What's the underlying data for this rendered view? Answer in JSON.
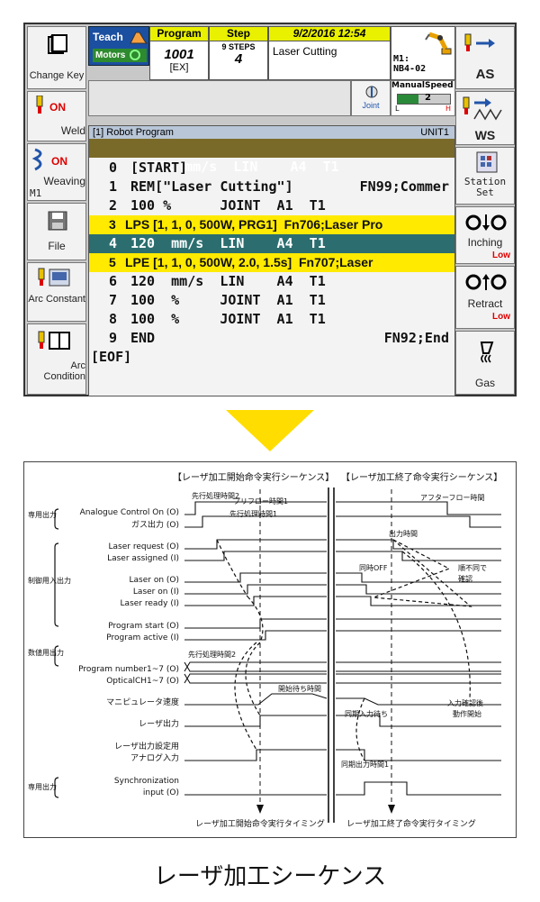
{
  "pendant": {
    "left_buttons": [
      {
        "label": "Change Key",
        "icon": "book-icon"
      },
      {
        "on": "ON",
        "label": "Weld",
        "icon": "torch-icon"
      },
      {
        "on": "ON",
        "label": "Weaving",
        "sub": "M1",
        "icon": "weave-icon"
      },
      {
        "label": "File",
        "icon": "floppy-icon"
      },
      {
        "label": "Arc Constant",
        "icon": "arc-constant-icon"
      },
      {
        "label": "Arc Condition",
        "icon": "arc-book-icon"
      }
    ],
    "right_buttons": [
      {
        "label": "AS",
        "icon": "torch-arrow-icon"
      },
      {
        "label": "WS",
        "icon": "torch-wave-icon"
      },
      {
        "label": "Station Set",
        "icon": "station-icon"
      },
      {
        "label": "Inching",
        "low": "Low",
        "icon": "inching-icon"
      },
      {
        "label": "Retract",
        "low": "Low",
        "icon": "retract-icon"
      },
      {
        "label": "Gas",
        "icon": "gas-icon"
      }
    ],
    "header": {
      "mode": "Teach",
      "motors": "Motors",
      "program_label": "Program",
      "program_no": "1001",
      "program_sub": "[EX]",
      "step_label": "Step",
      "steps_count": "9 STEPS",
      "step_no": "4",
      "datetime": "9/2/2016  12:54",
      "program_name": "Laser Cutting",
      "robot_id": "M1:",
      "robot_model": "NB4-02",
      "manual_speed_label": "ManualSpeed",
      "manual_speed_value": "2",
      "speed_l": "L",
      "speed_h": "H",
      "joint_label": "Joint"
    },
    "program_window": {
      "title": "[1] Robot Program",
      "unit": "UNIT1",
      "speed_line": "120 mm/s  LIN    A4  T1",
      "lines": [
        {
          "n": "0",
          "text": "[START]",
          "right": ""
        },
        {
          "n": "1",
          "text": "REM[\"Laser Cutting\"]",
          "right": "FN99;Commer"
        },
        {
          "n": "2",
          "text": "100 %      JOINT  A1  T1",
          "right": ""
        },
        {
          "n": "3",
          "text": "LPS [1, 1, 0, 500W, PRG1]  Fn706;Laser Pro",
          "right": ""
        },
        {
          "n": "4",
          "text": "120  mm/s  LIN    A4  T1",
          "right": ""
        },
        {
          "n": "5",
          "text": "LPE [1, 1, 0, 500W, 2.0, 1.5s]  Fn707;Laser",
          "right": ""
        },
        {
          "n": "6",
          "text": "120  mm/s  LIN    A4  T1",
          "right": ""
        },
        {
          "n": "7",
          "text": "100  %     JOINT  A1  T1",
          "right": ""
        },
        {
          "n": "8",
          "text": "100  %     JOINT  A1  T1",
          "right": ""
        },
        {
          "n": "9",
          "text": "END",
          "right": "FN92;End"
        }
      ],
      "eof": "[EOF]"
    }
  },
  "colors": {
    "yellow": "#ffea00",
    "teal": "#2c6e6f",
    "header_yellow": "#e9f000",
    "arrow": "#ffdd00",
    "banner": "#7a6a2a"
  },
  "diagram": {
    "title_start": "【レーザ加工開始命令実行シーケンス】",
    "title_end": "【レーザ加工終了命令実行シーケンス】",
    "groups": [
      "専用出力",
      "制御用入出力",
      "数値用出力",
      "専用出力"
    ],
    "signals": [
      "Analogue Control On (O)",
      "ガス出力 (O)",
      "Laser request (O)",
      "Laser assigned (I)",
      "Laser on (O)",
      "Laser on (I)",
      "Laser ready (I)",
      "Program start (O)",
      "Program active (I)",
      "Program number1~7 (O)",
      "OpticalCH1~7 (O)",
      "マニピュレータ速度",
      "レーザ出力",
      "レーザ出力設定用",
      "アナログ入力",
      "Synchronization",
      "input (O)"
    ],
    "annotations": [
      "先行処理時間2",
      "プリフロー時間1",
      "先行処理時間1",
      "アフターフロー時間",
      "出力時間",
      "同時OFF",
      "順不同で",
      "確認",
      "先行処理時間2",
      "開始待ち時間",
      "同期入力待ち",
      "入力確認後",
      "動作開始",
      "同期出力時間1"
    ],
    "timing_start": "レーザ加工開始命令実行タイミング",
    "timing_end": "レーザ加工終了命令実行タイミング"
  },
  "caption": "レーザ加工シーケンス"
}
